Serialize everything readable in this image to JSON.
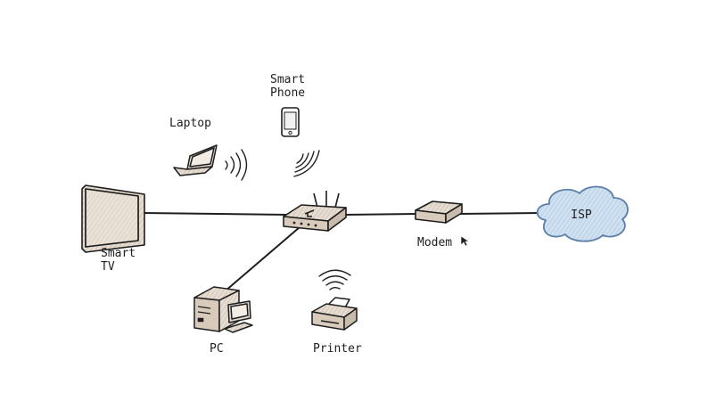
{
  "diagram": {
    "type": "home network",
    "nodes": {
      "smart_phone": {
        "line1": "Smart",
        "line2": "Phone"
      },
      "laptop": {
        "label": "Laptop"
      },
      "smart_tv": {
        "line1": "Smart",
        "line2": "TV"
      },
      "router": {
        "label": ""
      },
      "modem": {
        "label": "Modem"
      },
      "isp": {
        "label": "ISP"
      },
      "pc": {
        "label": "PC"
      },
      "printer": {
        "label": "Printer"
      }
    },
    "wired_links": [
      [
        "smart_tv",
        "router"
      ],
      [
        "router",
        "modem"
      ],
      [
        "modem",
        "isp"
      ],
      [
        "router",
        "pc"
      ]
    ],
    "wireless_devices": [
      "laptop",
      "smart_phone",
      "printer"
    ],
    "colors": {
      "line": "#1e1e1e",
      "device_fill": "#e6dcd1",
      "device_dark": "#c9bcad",
      "cloud_fill": "#c8dcef",
      "cloud_stroke": "#5b7fa6"
    }
  }
}
